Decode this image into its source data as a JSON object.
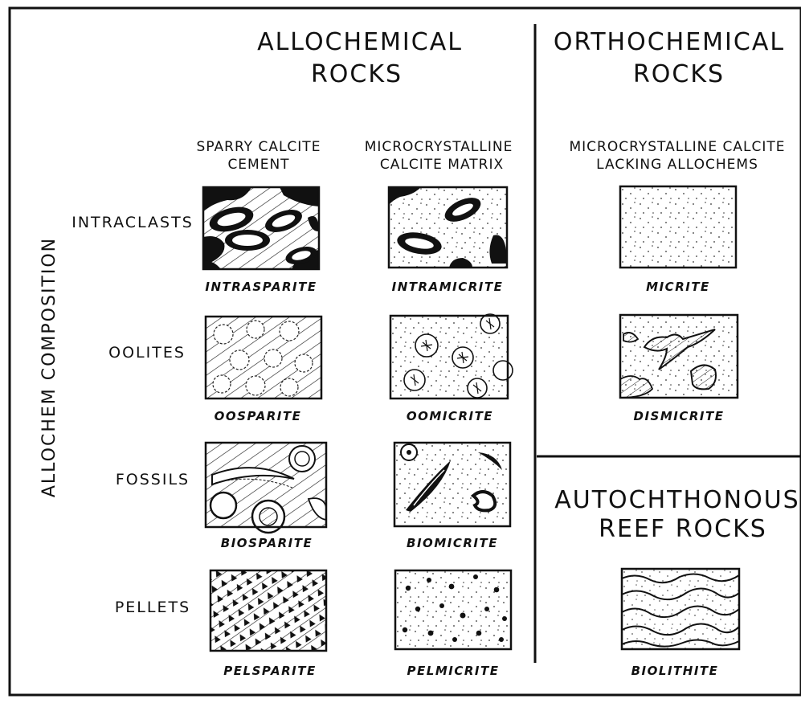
{
  "headers": {
    "allochemical": [
      "ALLOCHEMICAL",
      "ROCKS"
    ],
    "orthochemical": [
      "ORTHOCHEMICAL",
      "ROCKS"
    ],
    "autochthonous": [
      "AUTOCHTHONOUS",
      "REEF ROCKS"
    ]
  },
  "subheaders": {
    "sparry": [
      "SPARRY CALCITE",
      "CEMENT"
    ],
    "micro_matrix": [
      "MICROCRYSTALLINE",
      "CALCITE MATRIX"
    ],
    "micro_lacking": [
      "MICROCRYSTALLINE CALCITE",
      "LACKING ALLOCHEMS"
    ]
  },
  "axis_label": "ALLOCHEM COMPOSITION",
  "rows": [
    "INTRACLASTS",
    "OOLITES",
    "FOSSILS",
    "PELLETS"
  ],
  "rock_names": {
    "intrasparite": "INTRASPARITE",
    "intramicrite": "INTRAMICRITE",
    "micrite": "MICRITE",
    "oosparite": "OOSPARITE",
    "oomicrite": "OOMICRITE",
    "dismicrite": "DISMICRITE",
    "biosparite": "BIOSPARITE",
    "biomicrite": "BIOMICRITE",
    "pelsparite": "PELSPARITE",
    "pelmicrite": "PELMICRITE",
    "biolithite": "BIOLITHITE"
  }
}
